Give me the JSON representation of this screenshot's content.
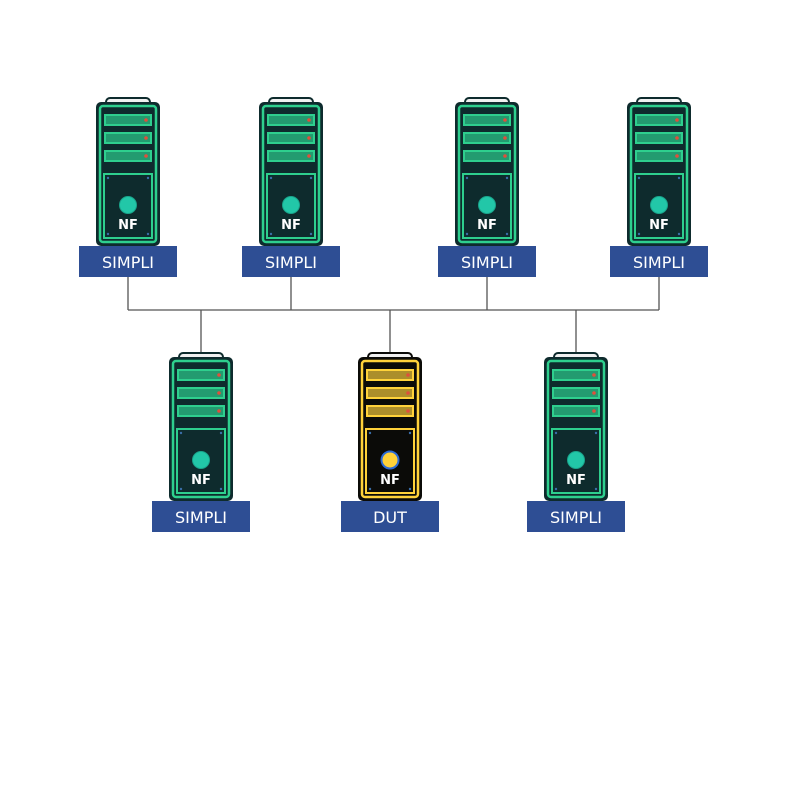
{
  "diagram": {
    "node_badge": "NF",
    "palette": {
      "tower_body": "#0e2b2d",
      "tower_trim_simpli": "#2ecf8e",
      "tower_trim_dut": "#ffd23a",
      "led": "#e0503c",
      "fan_simpli": "#22c7a8",
      "fan_dut": "#ffd23a",
      "fan_ring": "#2ea7ff",
      "label_bg": "#2e4e94",
      "link": "#555555"
    },
    "nodes": [
      {
        "id": "top-1",
        "label": "SIMPLI",
        "kind": "simpli"
      },
      {
        "id": "top-2",
        "label": "SIMPLI",
        "kind": "simpli"
      },
      {
        "id": "top-3",
        "label": "SIMPLI",
        "kind": "simpli"
      },
      {
        "id": "top-4",
        "label": "SIMPLI",
        "kind": "simpli"
      },
      {
        "id": "bottom-1",
        "label": "SIMPLI",
        "kind": "simpli"
      },
      {
        "id": "bottom-2",
        "label": "DUT",
        "kind": "dut"
      },
      {
        "id": "bottom-3",
        "label": "SIMPLI",
        "kind": "simpli"
      }
    ],
    "links": "shared-bus"
  }
}
